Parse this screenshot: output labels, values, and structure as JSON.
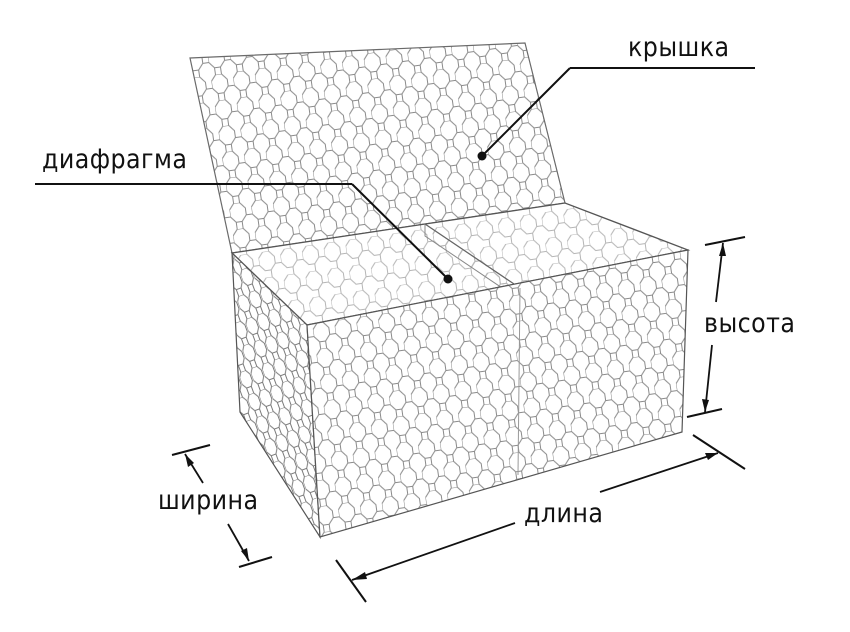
{
  "diagram": {
    "subject": "gabion box",
    "labels": {
      "lid": "крышка",
      "diaphragm": "диафрагма",
      "height": "высота",
      "width": "ширина",
      "length": "длина"
    },
    "colors": {
      "background": "#ffffff",
      "mesh": "#8a8a8a",
      "edge": "#555555",
      "ink": "#111111"
    }
  }
}
